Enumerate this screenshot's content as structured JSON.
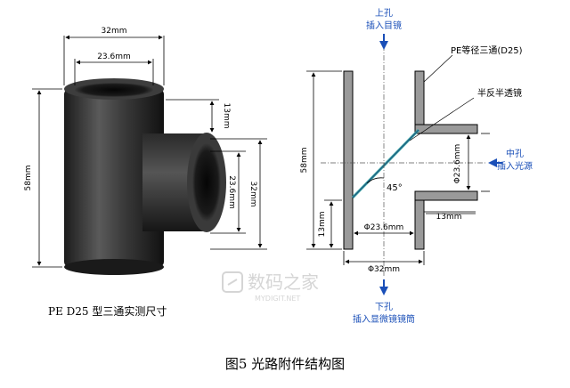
{
  "photo": {
    "dim_width": "32mm",
    "dim_inner": "23.6mm",
    "dim_height": "58mm",
    "dim_side_top": "13mm",
    "dim_branch_inner": "23.6mm",
    "dim_branch_outer": "32mm",
    "caption": "PE D25 型三通实测尺寸"
  },
  "diagram": {
    "top_port_title": "上孔",
    "top_port_desc": "插入目镜",
    "tee_label": "PE等径三通(D25)",
    "mirror_label": "半反半透镜",
    "mid_port_title": "中孔",
    "mid_port_desc": "插入光源",
    "bottom_port_title": "下孔",
    "bottom_port_desc": "插入显微镜镜筒",
    "dim_height": "58mm",
    "dim_lower": "13mm",
    "dim_branch": "Φ23.6mm",
    "dim_bore": "Φ23.6mm",
    "dim_side_leg": "13mm",
    "dim_outer": "Φ32mm",
    "angle": "45°"
  },
  "watermark": {
    "brand": "数码之家",
    "site": "MYDIGIT.NET"
  },
  "figure_caption": "图5 光路附件结构图"
}
